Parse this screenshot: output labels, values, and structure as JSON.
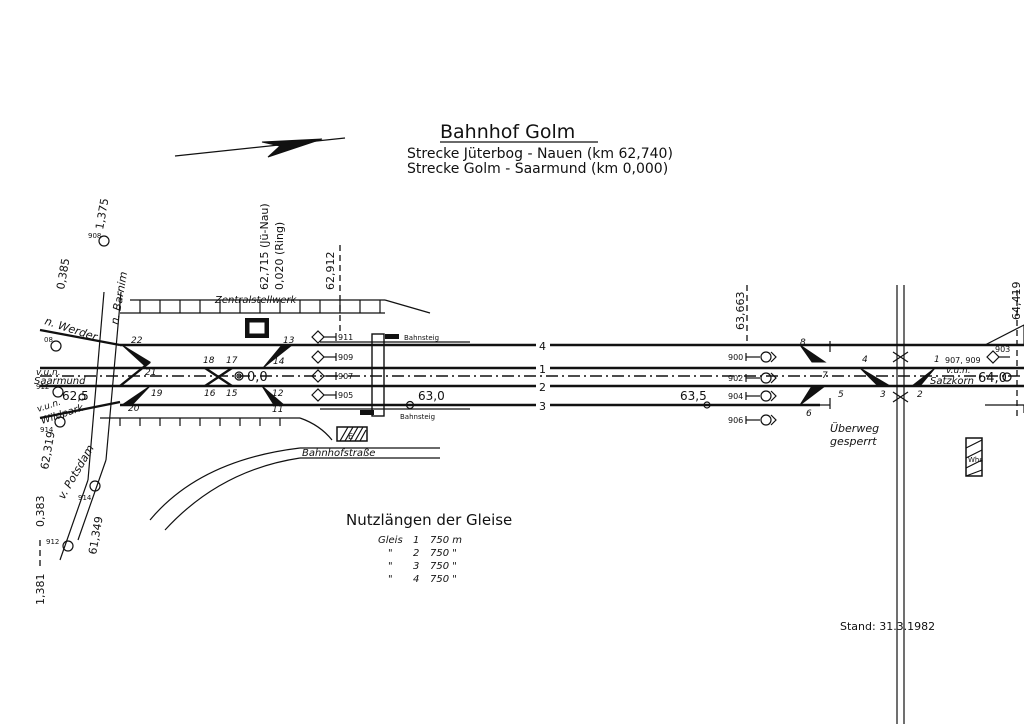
{
  "title": "Bahnhof Golm",
  "subtitle_lines": [
    "Strecke Jüterbog - Nauen (km 62,740)",
    "Strecke Golm - Saarmund (km 0,000)"
  ],
  "stand": "Stand: 31.3.1982",
  "usable_lengths": {
    "heading": "Nutzlängen der Gleise",
    "rows": [
      {
        "prefix": "Gleis",
        "track": "1",
        "value": "750 m"
      },
      {
        "prefix": "\"",
        "track": "2",
        "value": "750 \""
      },
      {
        "prefix": "\"",
        "track": "3",
        "value": "750 \""
      },
      {
        "prefix": "\"",
        "track": "4",
        "value": "750 \""
      }
    ]
  },
  "km_markers": {
    "top_left_1": "1,375",
    "top_left_2": "0,385",
    "signal_box_a": "62,715 (Jü-Nau)",
    "signal_box_b": "0,020 (Ring)",
    "mid": "62,912",
    "right_mid": "63,663",
    "far_right": "64,419",
    "bottom_left_1": "62,319",
    "bottom_left_2": "0,383",
    "bottom_left_3": "61,349",
    "bottom_left_4": "1,381"
  },
  "track_labels": [
    "4",
    "1",
    "2",
    "3"
  ],
  "switch_numbers": [
    "22",
    "21",
    "19",
    "20",
    "18",
    "17",
    "16",
    "15",
    "13",
    "14",
    "12",
    "11",
    "8",
    "7",
    "5",
    "6",
    "4",
    "3",
    "2",
    "1"
  ],
  "signals_left": [
    "911",
    "909",
    "907",
    "905"
  ],
  "signals_right": [
    "900",
    "902",
    "904",
    "906"
  ],
  "signal_right_end": {
    "a": "903",
    "b": "907, 909"
  },
  "signal_misc": [
    "908",
    "08",
    "912",
    "914",
    "914",
    "912"
  ],
  "positions": {
    "p00": "0,0",
    "p625": "62,5",
    "p630": "63,0",
    "p635": "63,5",
    "p640": "64,0"
  },
  "places": {
    "barnim": "n. Barnim",
    "werder": "n. Werder",
    "saarmund_a": "v.u.n.",
    "saarmund_b": "Saarmund",
    "wildpark_a": "v.u.n.",
    "wildpark_b": "Wildpark",
    "potsdam": "v. Potsdam",
    "satzkorn_a": "v.u.n.",
    "satzkorn_b": "Satzkorn"
  },
  "buildings": {
    "zentralstellwerk": "Zentralstellwerk",
    "bahnsteig_top": "Bahnsteig",
    "bahnsteig_bottom": "Bahnsteig",
    "e_building": "E",
    "whs": "Whs",
    "bahnhofstrasse": "Bahnhofstraße",
    "ueberweg_a": "Überweg",
    "ueberweg_b": "gesperrt"
  },
  "colors": {
    "ink": "#111111",
    "paper": "#ffffff"
  }
}
